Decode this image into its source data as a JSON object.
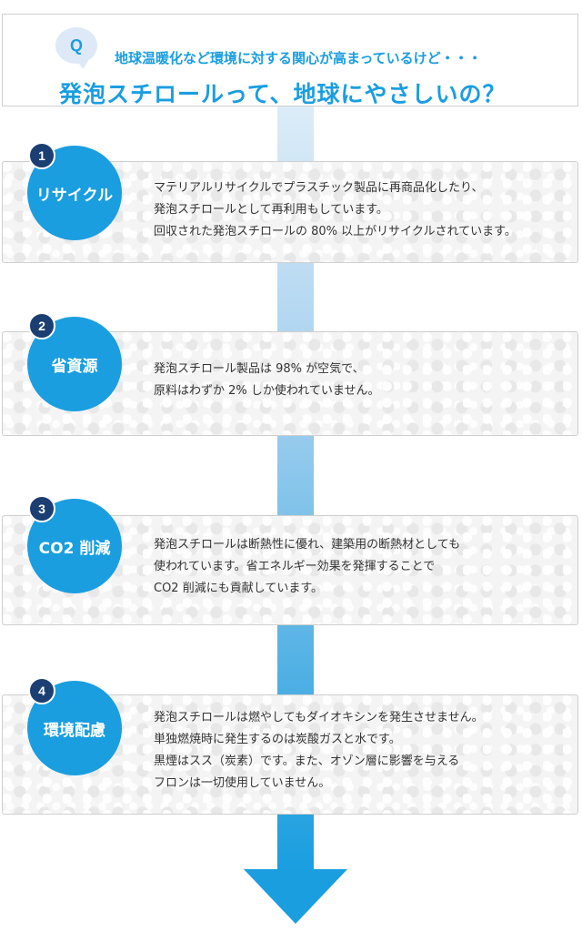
{
  "question": {
    "badge": "Q",
    "subtitle": "地球温暖化など環境に対する関心が高まっているけど・・・",
    "title": "発泡スチロールって、地球にやさしいの？"
  },
  "items": [
    {
      "number": "1",
      "label": "リサイクル",
      "lines": [
        "マテリアルリサイクルでプラスチック製品に再商品化したり、",
        "発泡スチロールとして再利用もしています。",
        "回収された発泡スチロールの 80% 以上がリサイクルされています。"
      ]
    },
    {
      "number": "2",
      "label": "省資源",
      "lines": [
        "発泡スチロール製品は 98% が空気で、",
        "原料はわずか 2% しか使われていません。"
      ]
    },
    {
      "number": "3",
      "label": "CO2 削減",
      "lines": [
        "発泡スチロールは断熱性に優れ、建築用の断熱材としても",
        "使われています。省エネルギー効果を発揮することで",
        "CO2 削減にも貢献しています。"
      ]
    },
    {
      "number": "4",
      "label": "環境配慮",
      "lines": [
        "発泡スチロールは燃やしてもダイオキシンを発生させません。",
        "単独燃焼時に発生するのは炭酸ガスと水です。",
        "黒煙はスス（炭素）です。また、オゾン層に影響を与える",
        "フロンは一切使用していません。"
      ]
    }
  ],
  "colors": {
    "accent": "#1a9ee0",
    "number_badge": "#1b3f73",
    "question_bubble": "#dde9f6"
  }
}
